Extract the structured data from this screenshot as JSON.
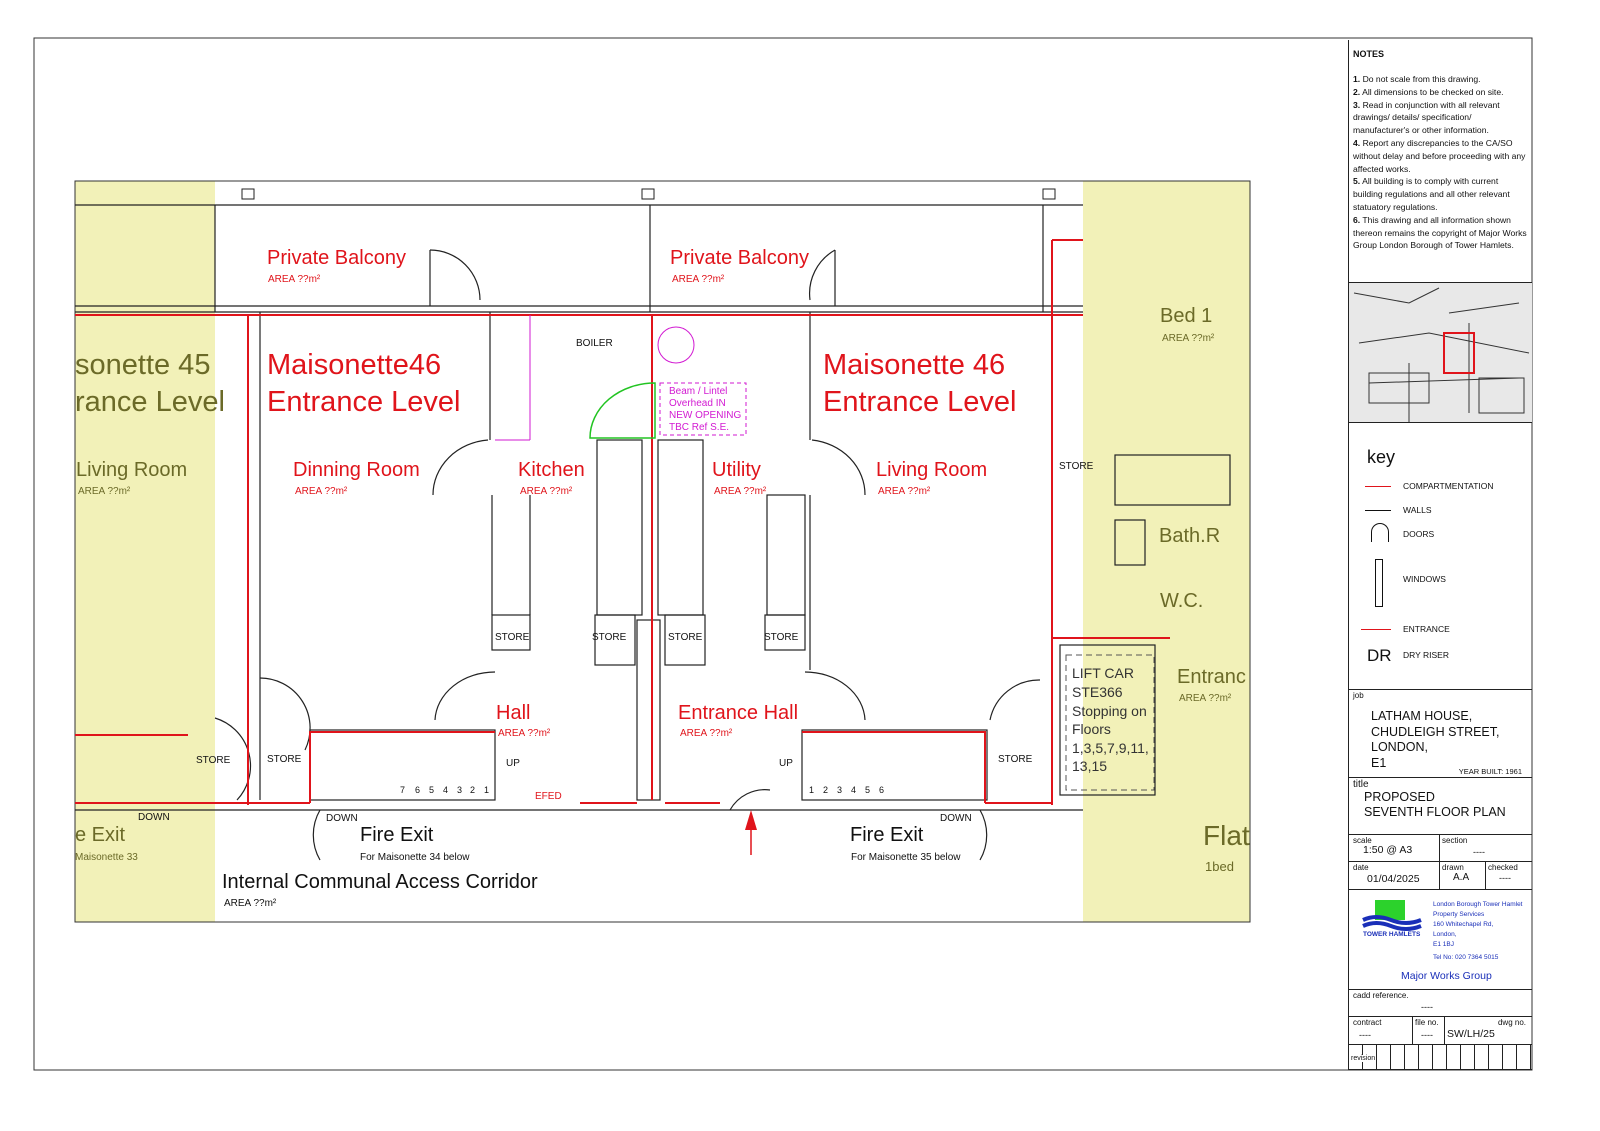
{
  "plan": {
    "balconies": [
      {
        "name": "Private Balcony",
        "area": "AREA ??m²"
      },
      {
        "name": "Private Balcony",
        "area": "AREA ??m²"
      }
    ],
    "units": [
      {
        "line1": "sonette 45",
        "line2": "rance Level"
      },
      {
        "line1": "Maisonette46",
        "line2": "Entrance Level"
      },
      {
        "line1": "Maisonette 46",
        "line2": "Entrance Level"
      }
    ],
    "rooms": [
      {
        "name": "Living Room",
        "area": "AREA ??m²"
      },
      {
        "name": "Dinning Room",
        "area": "AREA ??m²"
      },
      {
        "name": "Kitchen",
        "area": "AREA ??m²"
      },
      {
        "name": "Utility",
        "area": "AREA ??m²"
      },
      {
        "name": "Living Room",
        "area": "AREA ??m²"
      },
      {
        "name": "Hall",
        "area": "AREA ??m²"
      },
      {
        "name": "Entrance Hall",
        "area": "AREA ??m²"
      },
      {
        "name": "Bed 1",
        "area": "AREA ??m²"
      },
      {
        "name": "Bath.R",
        "area": ""
      },
      {
        "name": "W.C.",
        "area": ""
      },
      {
        "name": "Entranc",
        "area": "AREA ??m²"
      },
      {
        "name": "Internal Communal Access Corridor",
        "area": "AREA ??m²"
      }
    ],
    "small_labels": {
      "boiler": "BOILER",
      "store": "STORE",
      "up": "UP",
      "down": "DOWN",
      "efed": "EFED",
      "beam_note": [
        "Beam / Lintel",
        "Overhead IN",
        "NEW OPENING",
        "TBC Ref S.E."
      ],
      "lift_note": [
        "LIFT CAR",
        "STE366",
        "Stopping on",
        "Floors",
        "1,3,5,7,9,11,",
        "13,15"
      ],
      "flat": "Flat",
      "flat_sub": "1bed"
    },
    "fire_exits": [
      {
        "name": "e Exit",
        "sub": "Maisonette 33"
      },
      {
        "name": "Fire Exit",
        "sub": "For Maisonette 34 below"
      },
      {
        "name": "Fire Exit",
        "sub": "For Maisonette 35 below"
      }
    ],
    "stair_numbers_left": [
      "7",
      "6",
      "5",
      "4",
      "3",
      "2",
      "1"
    ],
    "stair_numbers_right": [
      "1",
      "2",
      "3",
      "4",
      "5",
      "6"
    ]
  },
  "notes": {
    "heading": "NOTES",
    "items": [
      {
        "n": "1.",
        "t": "Do not scale from this drawing."
      },
      {
        "n": "2.",
        "t": "All dimensions to be checked on site."
      },
      {
        "n": "3.",
        "t": "Read in conjunction with all relevant drawings/ details/ specification/ manufacturer's or other information."
      },
      {
        "n": "4.",
        "t": "Report any discrepancies to the CA/SO without delay and before proceeding with any affected works."
      },
      {
        "n": "5.",
        "t": "All building is to comply with current building regulations and all other relevant statuatory regulations."
      },
      {
        "n": "6.",
        "t": "This drawing and all information shown thereon remains the copyright of Major Works Group London Borough of Tower Hamlets."
      }
    ]
  },
  "key": {
    "heading": "key",
    "items": [
      "COMPARTMENTATION",
      "WALLS",
      "DOORS",
      "WINDOWS",
      "ENTRANCE",
      "DRY RISER"
    ],
    "dr": "DR"
  },
  "title_block": {
    "job_label": "job",
    "job": [
      "LATHAM HOUSE,",
      "CHUDLEIGH STREET,",
      "LONDON,",
      "E1"
    ],
    "year_built": "YEAR BUILT: 1961",
    "title_label": "title",
    "title": [
      "PROPOSED",
      "SEVENTH FLOOR PLAN"
    ],
    "scale_label": "scale",
    "scale": "1:50 @ A3",
    "section_label": "section",
    "section": "----",
    "date_label": "date",
    "date": "01/04/2025",
    "drawn_label": "drawn",
    "drawn": "A.A",
    "checked_label": "checked",
    "checked": "----",
    "logo_text": "TOWER HAMLETS",
    "address": [
      "London Borough Tower Hamlet",
      "Property Services",
      "160 Whitechapel Rd,",
      "London,",
      "E1 1BJ"
    ],
    "tel": "Tel No:  020 7364 5015",
    "group": "Major Works Group",
    "cadd_label": "cadd reference.",
    "cadd": "----",
    "contract_label": "contract",
    "contract": "----",
    "file_label": "file no.",
    "file": "----",
    "dwg_label": "dwg no.",
    "dwg": "SW/LH/25",
    "revision_label": "revision"
  },
  "colors": {
    "compartmentation": "#e0141b",
    "highlight": "#f2f1b8",
    "annotation": "#d21ad2"
  }
}
